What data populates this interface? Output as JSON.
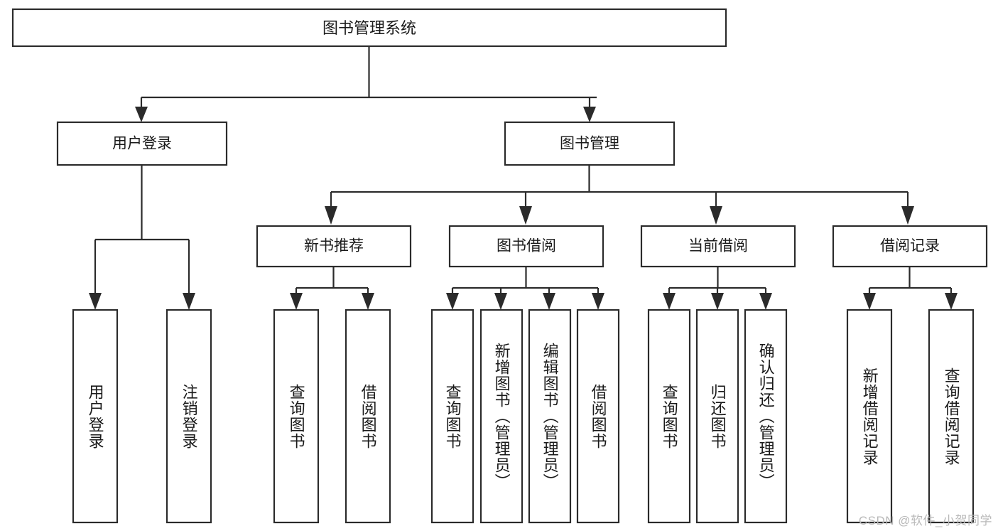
{
  "diagram": {
    "title": "图书管理系统",
    "type": "tree",
    "watermark": "CSDN @软件_小贺同学",
    "colors": {
      "box_stroke": "#2b2b2b",
      "box_fill": "#ffffff",
      "text": "#1a1a1a",
      "connector": "#2b2b2b",
      "background": "#ffffff",
      "watermark": "#b9b9b9"
    },
    "root": {
      "label": "图书管理系统"
    },
    "level2": [
      {
        "label": "用户登录"
      },
      {
        "label": "图书管理"
      }
    ],
    "level3": [
      {
        "label": "新书推荐"
      },
      {
        "label": "图书借阅"
      },
      {
        "label": "当前借阅"
      },
      {
        "label": "借阅记录"
      }
    ],
    "leaves": {
      "user_login": [
        {
          "label": "用户登录"
        },
        {
          "label": "注销登录"
        }
      ],
      "new_book_recommend": [
        {
          "label": "查询图书"
        },
        {
          "label": "借阅图书"
        }
      ],
      "book_borrow": [
        {
          "label": "查询图书"
        },
        {
          "label": "新增图书（管理员）"
        },
        {
          "label": "编辑图书（管理员）"
        },
        {
          "label": "借阅图书"
        }
      ],
      "current_borrow": [
        {
          "label": "查询图书"
        },
        {
          "label": "归还图书"
        },
        {
          "label": "确认归还（管理员）"
        }
      ],
      "borrow_records": [
        {
          "label": "新增借阅记录"
        },
        {
          "label": "查询借阅记录"
        }
      ]
    }
  }
}
